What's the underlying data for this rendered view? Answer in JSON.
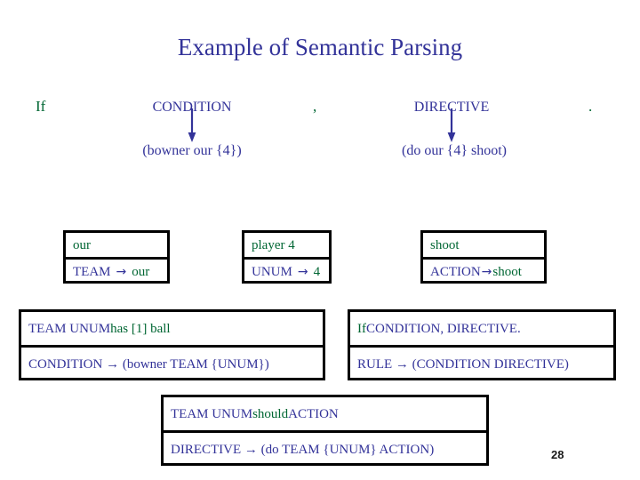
{
  "slide": {
    "title": "Example of Semantic Parsing",
    "page_number": "28",
    "colors": {
      "blue": "#333399",
      "green": "#006633",
      "box_border": "#000000",
      "background": "#ffffff"
    }
  },
  "sentence": {
    "tokens": {
      "if": "If",
      "comma": ",",
      "period": "."
    },
    "categories": {
      "condition": "CONDITION",
      "directive": "DIRECTIVE"
    },
    "meaning_representations": {
      "condition": "(bowner our {4})",
      "directive": "(do our {4} shoot)"
    },
    "arrow_icon": "down-arrow-icon"
  },
  "lexicon_boxes": [
    {
      "id": "our",
      "phrase": "our",
      "rule_lhs": "TEAM",
      "rule_arrow": "→",
      "rule_rhs": "our",
      "rule_text": "TEAM → our"
    },
    {
      "id": "player4",
      "phrase": "player 4",
      "rule_lhs": "UNUM",
      "rule_arrow": "→",
      "rule_rhs": "4",
      "rule_text": "UNUM → 4"
    },
    {
      "id": "shoot",
      "phrase": "shoot",
      "rule_lhs": "ACTION",
      "rule_arrow": "→",
      "rule_rhs": "shoot",
      "rule_text": "ACTION→shoot"
    }
  ],
  "grammar_boxes": [
    {
      "id": "condition-rule",
      "phrase_blue": "TEAM UNUM",
      "phrase_green": " has [1] ball",
      "rule_text": "CONDITION → (bowner TEAM {UNUM})"
    },
    {
      "id": "rule-rule",
      "phrase_green": "If",
      "phrase_blue": " CONDITION, DIRECTIVE.",
      "rule_text": "RULE → (CONDITION DIRECTIVE)"
    },
    {
      "id": "directive-rule",
      "phrase_blue_pre": "TEAM UNUM ",
      "phrase_green": "should",
      "phrase_blue_post": " ACTION",
      "rule_text": "DIRECTIVE → (do TEAM {UNUM} ACTION)"
    }
  ]
}
